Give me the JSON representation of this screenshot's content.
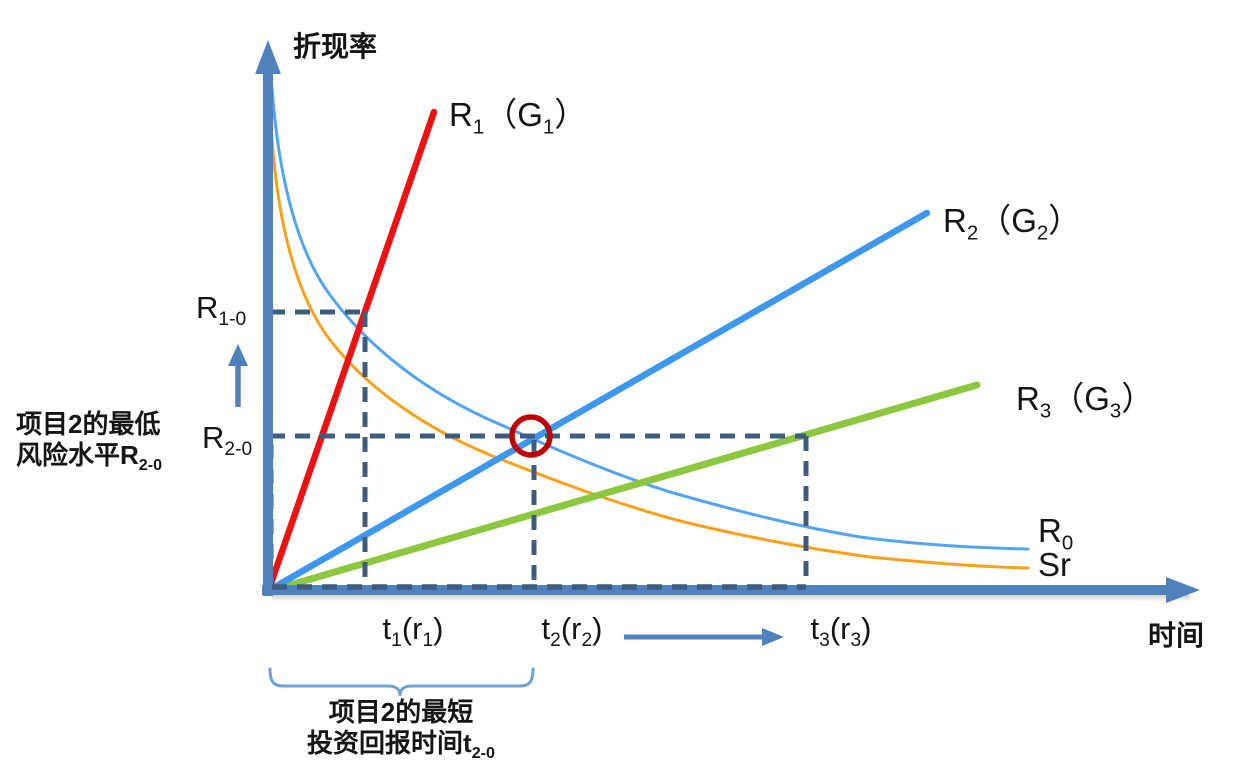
{
  "figure": {
    "y_axis_title": "折现率",
    "x_axis_title": "时间",
    "line_labels": {
      "r1": "R~1~（G~1~）",
      "r2": "R~2~（G~2~）",
      "r3": "R~3~（G~3~）",
      "r0": "R~0~",
      "sr": "Sr"
    },
    "tick_labels": {
      "r1_0": "R~1-0~",
      "r2_0": "R~2-0~",
      "t1": "t~1~(r~1~)",
      "t2": "t~2~(r~2~)",
      "t3": "t~3~(r~3~)"
    },
    "annotations": {
      "left_line1": "项目2的最低",
      "left_line2": "风险水平R~2-0~",
      "bottom_line1": "项目2的最短",
      "bottom_line2": "投资回报时间t~2-0~"
    },
    "colors": {
      "axis": "#4F81BD",
      "r1_line": "#EE1111",
      "r2_line": "#3E97EE",
      "r3_line": "#8DC63F",
      "r0_curve": "#55A4F2",
      "sr_curve": "#F9A11B",
      "dashed": "#3D5C7E",
      "circle": "#BE0000",
      "brace": "#6FA0D8"
    }
  },
  "chart_data": {
    "type": "line",
    "title": "",
    "xlabel": "时间",
    "ylabel": "折现率",
    "note": "schematic conceptual plot; no numeric ticks shown, coordinates normalized to 0-10 axis units",
    "xlim": [
      0,
      10
    ],
    "ylim": [
      0,
      10
    ],
    "grid": false,
    "legend_position": "labels-at-line-ends",
    "series": [
      {
        "name": "R1(G1)",
        "shape": "straight rising steep",
        "color": "#EE1111",
        "points": [
          [
            0,
            0
          ],
          [
            1.83,
            8.7
          ]
        ]
      },
      {
        "name": "R2(G2)",
        "shape": "straight rising medium",
        "color": "#3E97EE",
        "points": [
          [
            0,
            0
          ],
          [
            7.27,
            6.9
          ]
        ]
      },
      {
        "name": "R3(G3)",
        "shape": "straight rising shallow",
        "color": "#8DC63F",
        "points": [
          [
            0,
            0
          ],
          [
            7.82,
            3.7
          ]
        ]
      },
      {
        "name": "R0",
        "shape": "convex decaying curve",
        "color": "#55A4F2",
        "points": [
          [
            0.05,
            9.2
          ],
          [
            1.07,
            4.96
          ],
          [
            2.93,
            2.81
          ],
          [
            5.93,
            1.15
          ],
          [
            8.4,
            0.77
          ]
        ]
      },
      {
        "name": "Sr",
        "shape": "convex decaying curve",
        "color": "#F9A11B",
        "points": [
          [
            0.05,
            8.25
          ],
          [
            1.07,
            4.2
          ],
          [
            2.93,
            2.28
          ],
          [
            5.93,
            0.77
          ],
          [
            8.4,
            0.4
          ]
        ]
      }
    ],
    "reference_marks": {
      "y_R1_0": 5.07,
      "y_R2_0": 2.81,
      "x_t1": 1.07,
      "x_t2": 2.93,
      "x_t3": 5.93,
      "circle_highlight": {
        "x": 2.93,
        "y": 2.81,
        "meaning": "intersection of R2 line with R0 curve"
      }
    }
  }
}
